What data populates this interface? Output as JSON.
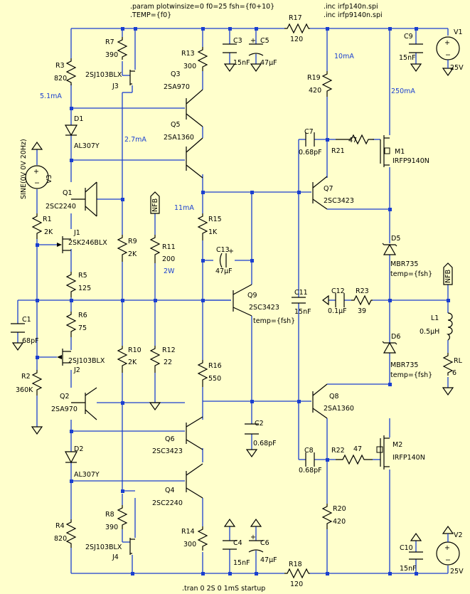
{
  "directives": {
    "param": ".param plotwinsize=0 f0=25 fsh={f0+10}",
    "temp": ".TEMP={f0}",
    "inc1": ".inc irfp140n.spi",
    "inc2": ".inc irfp9140n.spi",
    "tran": ".tran 0 2S 0 1mS startup"
  },
  "annotations": {
    "i_front": "5.1mA",
    "i_vas": "2.7mA",
    "i_mid": "11mA",
    "i_drv": "10mA",
    "i_out": "250mA"
  },
  "components": {
    "R3": {
      "name": "R3",
      "value": "820"
    },
    "R7": {
      "name": "R7",
      "value": "390"
    },
    "J3": {
      "name": "J3",
      "model": "2SJ103BLX"
    },
    "R13": {
      "name": "R13",
      "value": "300"
    },
    "Q3": {
      "name": "Q3",
      "model": "2SA970"
    },
    "C3": {
      "name": "C3",
      "value": "15nF"
    },
    "C5": {
      "name": "C5",
      "value": "47µF"
    },
    "R17": {
      "name": "R17",
      "value": "120"
    },
    "C9": {
      "name": "C9",
      "value": "15nF"
    },
    "V1": {
      "name": "V1",
      "value": "25V"
    },
    "R19": {
      "name": "R19",
      "value": "420"
    },
    "D1": {
      "name": "D1",
      "model": "AL307Y"
    },
    "Q5": {
      "name": "Q5",
      "model": "2SA1360"
    },
    "C7": {
      "name": "C7",
      "value": "0.68pF"
    },
    "R21": {
      "name": "R21",
      "value": "47"
    },
    "M1": {
      "name": "M1",
      "model": "IRFP9140N"
    },
    "V3": {
      "name": "V3",
      "value": "SINE(0V 0V 20Hz)"
    },
    "Q1": {
      "name": "Q1",
      "model": "2SC2240"
    },
    "Q7": {
      "name": "Q7",
      "model": "2SC3423"
    },
    "NFB1": {
      "label": "NFB"
    },
    "R1": {
      "name": "R1",
      "value": "2K"
    },
    "J1": {
      "name": "J1",
      "model": "2SK246BLX"
    },
    "R9": {
      "name": "R9",
      "value": "2K"
    },
    "R11": {
      "name": "R11",
      "value": "200",
      "extra": "2W"
    },
    "R15": {
      "name": "R15",
      "value": "1K"
    },
    "C13": {
      "name": "C13",
      "value": "47µF"
    },
    "D5": {
      "name": "D5",
      "model": "MBR735",
      "temp": "temp={fsh}"
    },
    "NFB2": {
      "label": "NFB"
    },
    "R5": {
      "name": "R5",
      "value": "125"
    },
    "Q9": {
      "name": "Q9",
      "model": "2SC3423",
      "temp": "temp={fsh}"
    },
    "C11": {
      "name": "C11",
      "value": "15nF"
    },
    "C12": {
      "name": "C12",
      "value": "0.1µF"
    },
    "R23": {
      "name": "R23",
      "value": "39"
    },
    "R6": {
      "name": "R6",
      "value": "75"
    },
    "L1": {
      "name": "L1",
      "value": "0.5µH"
    },
    "C1": {
      "name": "C1",
      "value": "68pF"
    },
    "R10": {
      "name": "R10",
      "value": "2K"
    },
    "R12": {
      "name": "R12",
      "value": "22"
    },
    "D6": {
      "name": "D6",
      "model": "MBR735",
      "temp": "temp={fsh}"
    },
    "RL": {
      "name": "RL",
      "value": "6"
    },
    "R2": {
      "name": "R2",
      "value": "360K"
    },
    "J2": {
      "name": "J2",
      "model": "2SJ103BLX"
    },
    "R16": {
      "name": "R16",
      "value": "550"
    },
    "Q8": {
      "name": "Q8",
      "model": "2SA1360"
    },
    "Q2": {
      "name": "Q2",
      "model": "2SA970"
    },
    "C2": {
      "name": "C2",
      "value": "0.68pF"
    },
    "M2": {
      "name": "M2",
      "model": "IRFP140N"
    },
    "Q6": {
      "name": "Q6",
      "model": "2SC3423"
    },
    "C8": {
      "name": "C8",
      "value": "0.68pF"
    },
    "R22": {
      "name": "R22",
      "value": "47"
    },
    "D2": {
      "name": "D2",
      "model": "AL307Y"
    },
    "Q4": {
      "name": "Q4",
      "model": "2SC2240"
    },
    "R20": {
      "name": "R20",
      "value": "420"
    },
    "R4": {
      "name": "R4",
      "value": "820"
    },
    "R8": {
      "name": "R8",
      "value": "390"
    },
    "J4": {
      "name": "J4",
      "model": "2SJ103BLX"
    },
    "R14": {
      "name": "R14",
      "value": "300"
    },
    "C4": {
      "name": "C4",
      "value": "15nF"
    },
    "C6": {
      "name": "C6",
      "value": "47µF"
    },
    "R18": {
      "name": "R18",
      "value": "120"
    },
    "C10": {
      "name": "C10",
      "value": "15nF"
    },
    "V2": {
      "name": "V2",
      "value": "25V"
    }
  }
}
